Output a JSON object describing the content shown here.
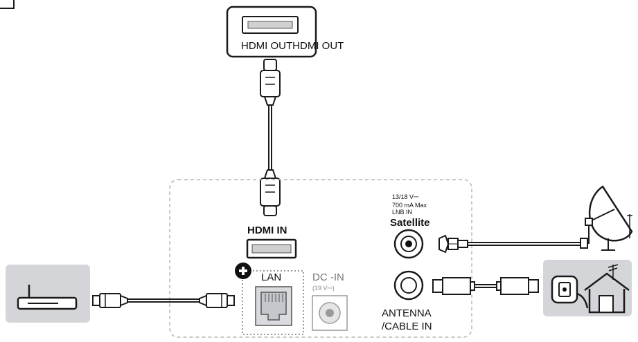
{
  "labels": {
    "hdmi_out": "HDMI OUTHDMI OUT",
    "hdmi_in": "HDMI IN",
    "lan": "LAN",
    "dc_in": "DC -IN",
    "dc_in_voltage": "(19 V⎓)",
    "lnb_line1": "13/18 V⎓",
    "lnb_line2": "700 mA Max",
    "lnb_line3": "LNB IN",
    "satellite": "Satellite",
    "antenna_line1": "ANTENNA",
    "antenna_line2": "/CABLE IN"
  },
  "icons": {
    "plus_badge": "+"
  },
  "colors": {
    "line": "#1a1a1a",
    "panel_dash": "#b5b5b5",
    "device_bg": "#d3d5d8",
    "dc_grey": "#9a9a9a"
  }
}
